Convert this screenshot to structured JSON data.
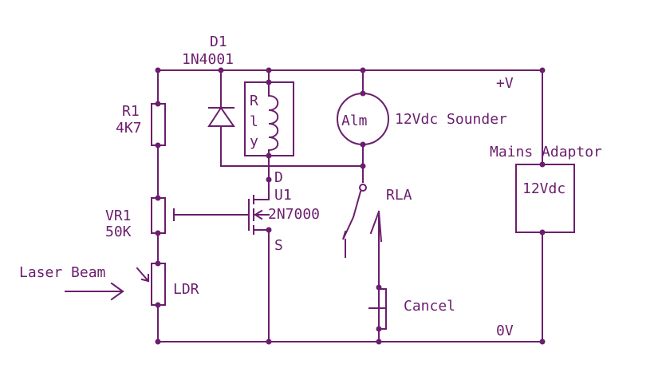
{
  "labels": {
    "d1_ref": "D1",
    "d1_part": "1N4001",
    "r1_ref": "R1",
    "r1_value": "4K7",
    "vr1_ref": "VR1",
    "vr1_value": "50K",
    "relay_r": "R",
    "relay_l": "l",
    "relay_y": "y",
    "alarm": "Alm",
    "sounder": "12Vdc Sounder",
    "plus_v": "+V",
    "adaptor_title": "Mains Adaptor",
    "adaptor_box": "12Vdc",
    "drain": "D",
    "u1_ref": "U1",
    "u1_part": "2N7000",
    "source": "S",
    "rla": "RLA",
    "laser": "Laser Beam",
    "ldr": "LDR",
    "cancel": "Cancel",
    "zero_v": "0V"
  },
  "colors": {
    "ink": "#6b1e6e",
    "background": "#ffffff"
  }
}
